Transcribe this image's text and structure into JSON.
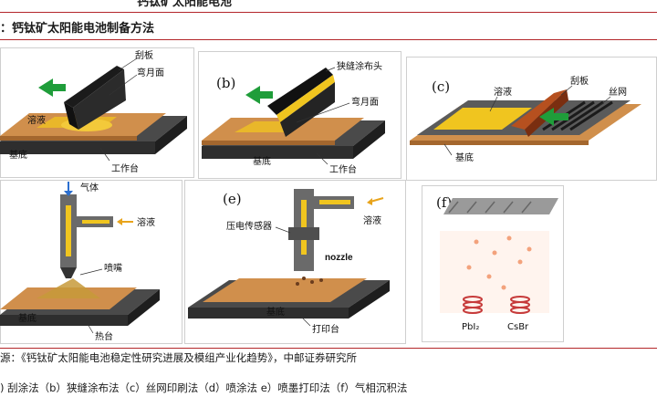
{
  "header": {
    "top_title": "钙钛矿太阳能电池",
    "figure_title": "：钙钛矿太阳能电池制备方法"
  },
  "panels": {
    "a": {
      "label": "",
      "blade": "刮板",
      "meniscus": "弯月面",
      "solution": "溶液",
      "substrate": "基底",
      "stage": "工作台"
    },
    "b": {
      "label": "(b)",
      "head": "狭缝涂布头",
      "meniscus": "弯月面",
      "substrate": "基底",
      "stage": "工作台"
    },
    "c": {
      "label": "(c)",
      "solution": "溶液",
      "blade": "刮板",
      "mesh": "丝网",
      "substrate": "基底"
    },
    "d": {
      "label": "",
      "gas": "气体",
      "solution": "溶液",
      "nozzle": "喷嘴",
      "substrate": "基底",
      "hotplate": "热台"
    },
    "e": {
      "label": "(e)",
      "sensor": "压电传感器",
      "solution": "溶液",
      "nozzle": "nozzle",
      "substrate": "基底",
      "printer_stage": "打印台"
    },
    "f": {
      "label": "(f)",
      "source1": "PbI₂",
      "source2": "CsBr"
    }
  },
  "footer": {
    "source": "源：《钙钛矿太阳能电池稳定性研究进展及模组产业化趋势》，中邮证券研究所",
    "caption": ") 刮涂法（b）狭缝涂布法（c）丝网印刷法（d）喷涂法 e）喷墨打印法（f）气相沉积法"
  },
  "colors": {
    "accent_red": "#b3262a",
    "arrow_green": "#1f9d3a",
    "gold": "#e8b60c",
    "substrate": "#c98a4b"
  }
}
